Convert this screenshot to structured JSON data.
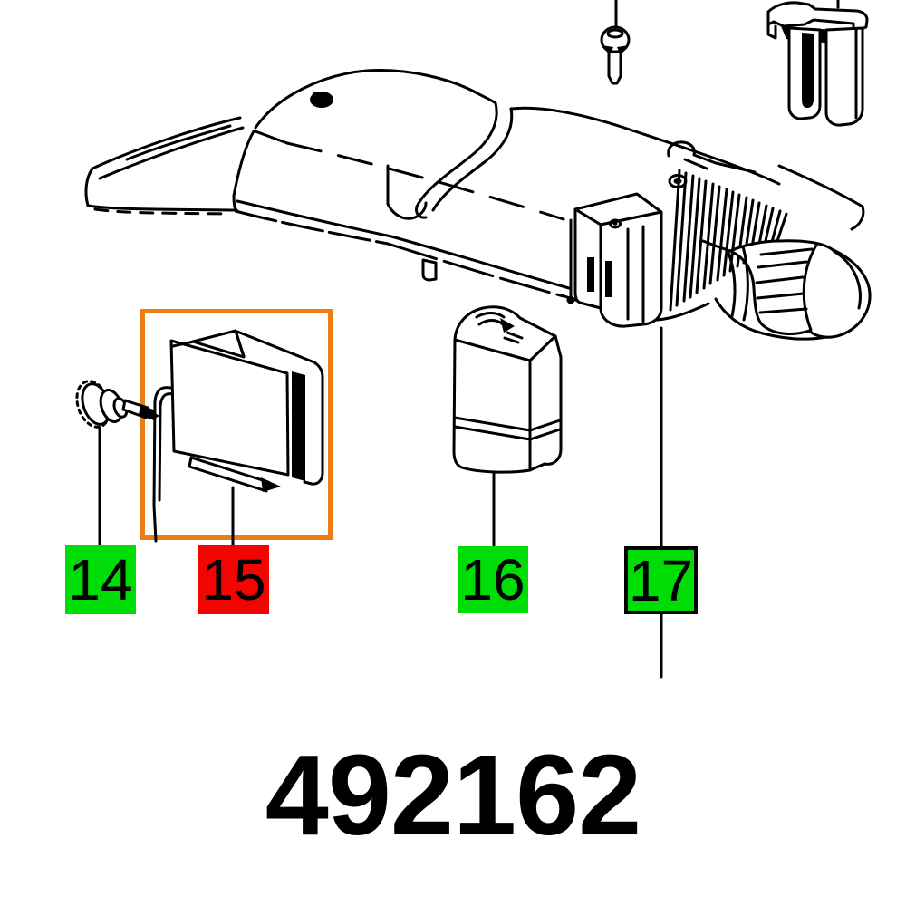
{
  "document": {
    "kind": "exploded-parts-diagram",
    "part_number": "492162",
    "background_color": "#ffffff"
  },
  "highlight": {
    "color": "#ee7d16",
    "selected_callout": "15"
  },
  "callouts": [
    {
      "number": "14",
      "color": "#00dc05",
      "style": "plain",
      "part": "knurled thumb screw"
    },
    {
      "number": "15",
      "color": "#f20400",
      "style": "selected",
      "part": "inspection window with spring wire"
    },
    {
      "number": "16",
      "color": "#00dc05",
      "style": "plain",
      "part": "slider button"
    },
    {
      "number": "17",
      "color": "#00dc05",
      "style": "bordered",
      "part": "housing with knob"
    }
  ],
  "unlabeled_parts": [
    "screw",
    "retaining clip"
  ]
}
